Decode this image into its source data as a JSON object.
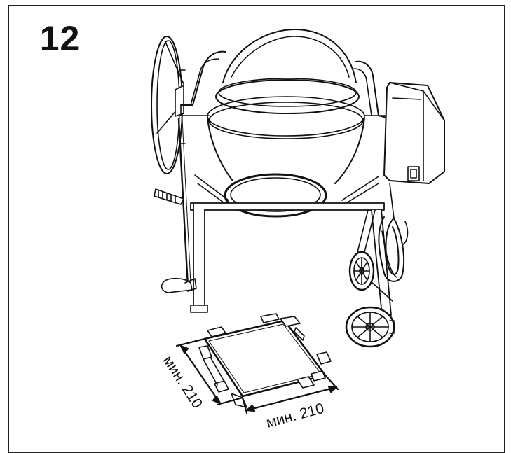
{
  "figure": {
    "step_number": "12",
    "dimension_labels": {
      "left": "мин. 210",
      "bottom": "мин. 210"
    }
  }
}
